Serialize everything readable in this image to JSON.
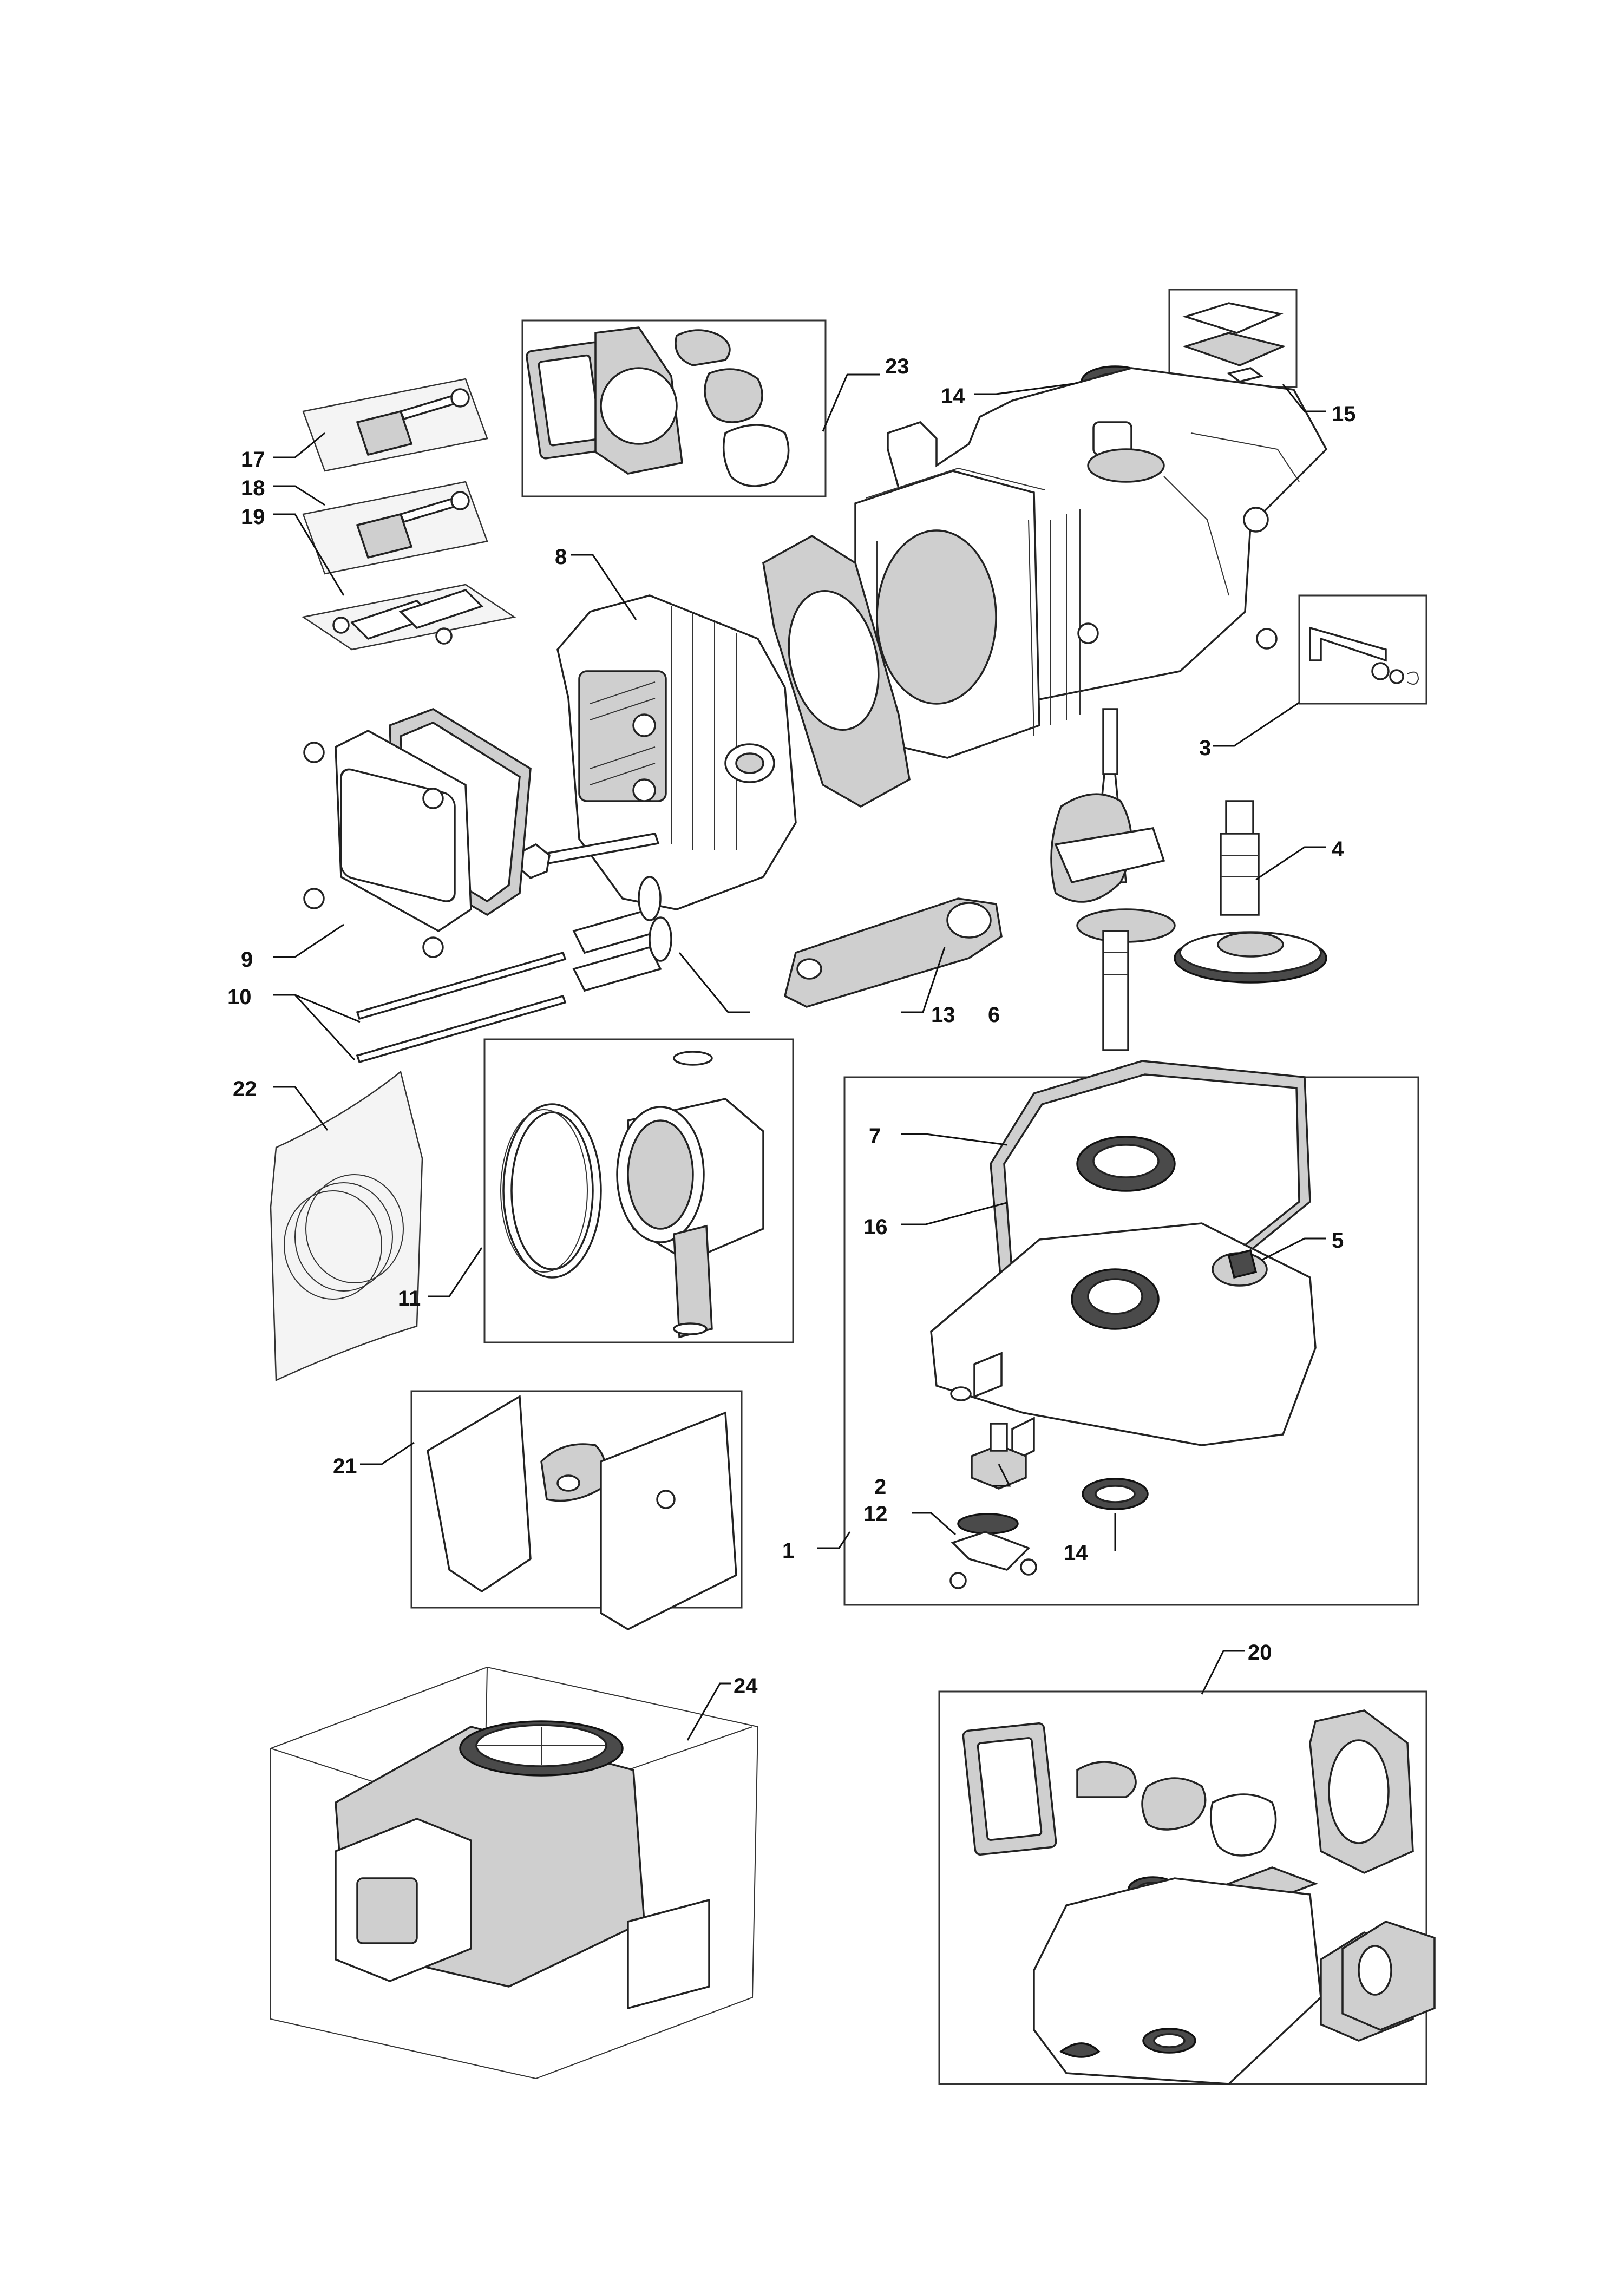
{
  "callouts": [
    {
      "id": "1",
      "label": "1"
    },
    {
      "id": "2",
      "label": "2"
    },
    {
      "id": "3",
      "label": "3"
    },
    {
      "id": "4",
      "label": "4"
    },
    {
      "id": "5",
      "label": "5"
    },
    {
      "id": "6",
      "label": "6"
    },
    {
      "id": "7",
      "label": "7"
    },
    {
      "id": "8",
      "label": "8"
    },
    {
      "id": "9",
      "label": "9"
    },
    {
      "id": "10",
      "label": "10"
    },
    {
      "id": "11",
      "label": "11"
    },
    {
      "id": "12",
      "label": "12"
    },
    {
      "id": "13",
      "label": "13"
    },
    {
      "id": "14a",
      "label": "14"
    },
    {
      "id": "14b",
      "label": "14"
    },
    {
      "id": "15",
      "label": "15"
    },
    {
      "id": "16",
      "label": "16"
    },
    {
      "id": "17",
      "label": "17"
    },
    {
      "id": "18",
      "label": "18"
    },
    {
      "id": "19",
      "label": "19"
    },
    {
      "id": "20",
      "label": "20"
    },
    {
      "id": "21",
      "label": "21"
    },
    {
      "id": "22",
      "label": "22"
    },
    {
      "id": "23",
      "label": "23"
    },
    {
      "id": "24",
      "label": "24"
    }
  ]
}
